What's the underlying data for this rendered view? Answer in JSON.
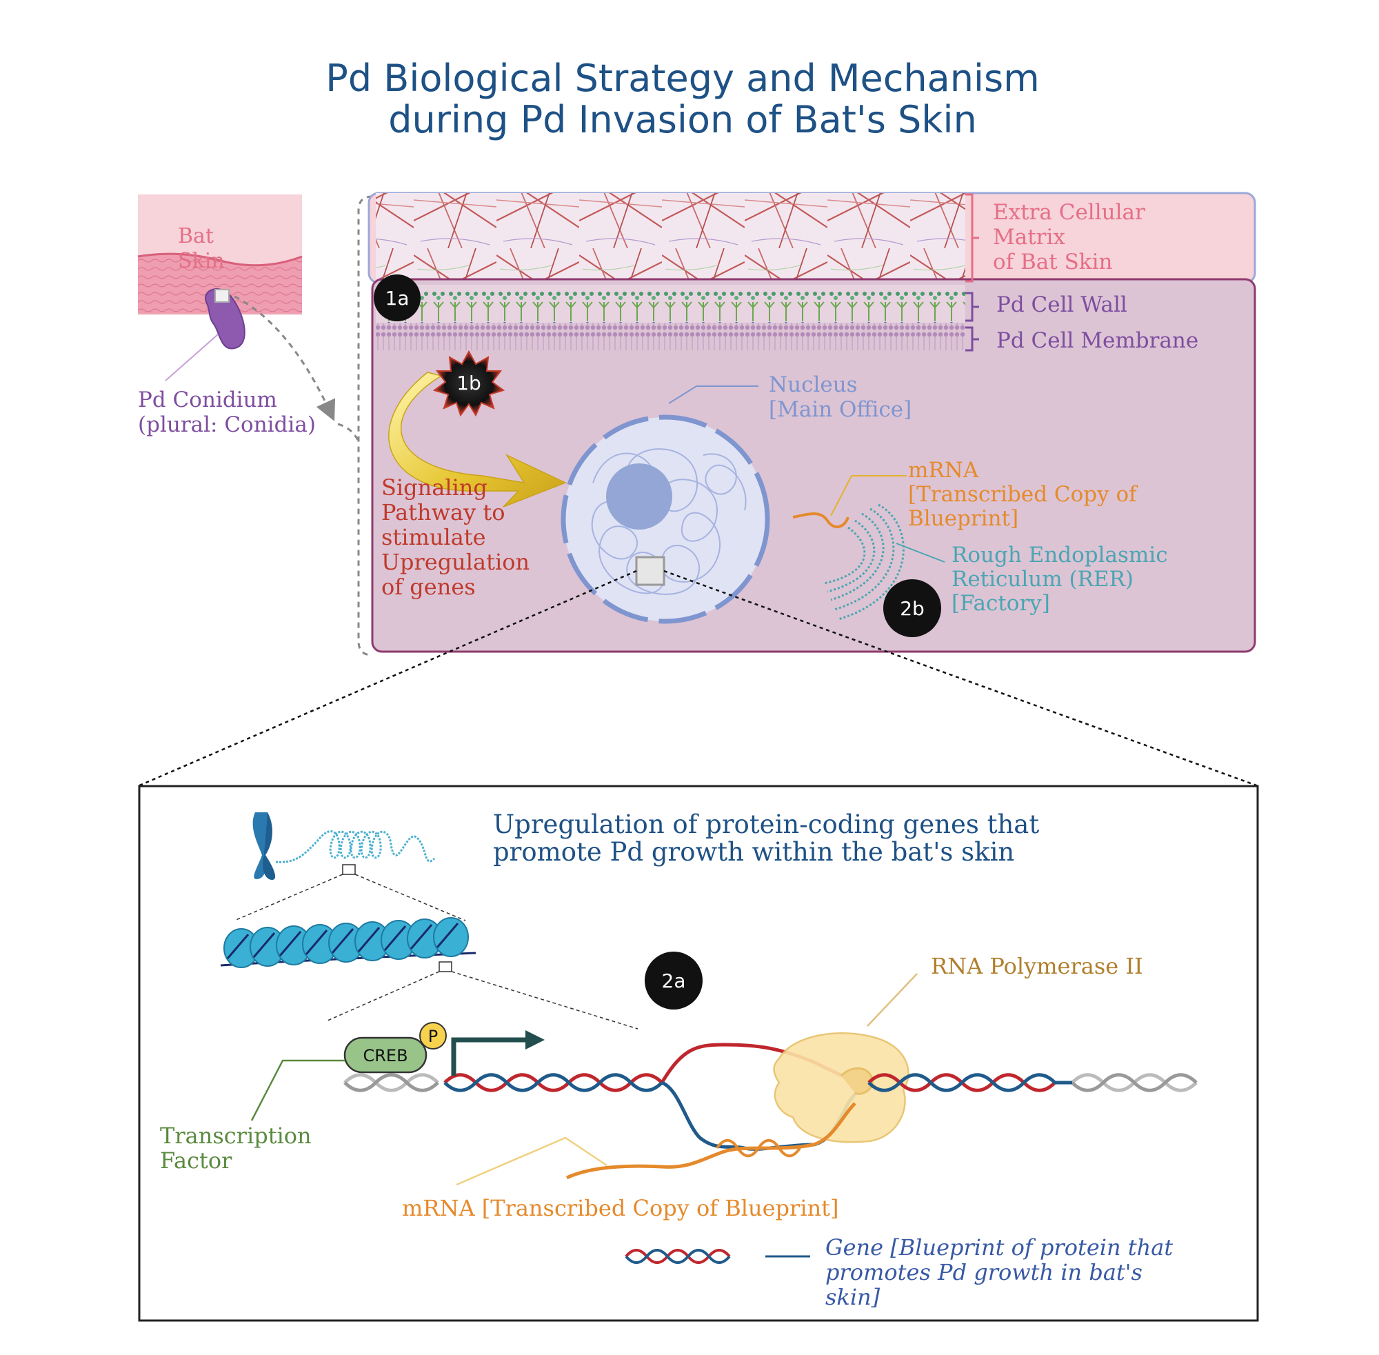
{
  "title": {
    "line1": "Pd Biological Strategy and Mechanism",
    "line2": "during Pd Invasion of Bat's Skin"
  },
  "left_panel": {
    "skin_label_line1": "Bat",
    "skin_label_line2": "Skin",
    "conidium_line1": "Pd Conidium",
    "conidium_line2": "(plural: Conidia)"
  },
  "cell_panel": {
    "ecm_line1": "Extra Cellular",
    "ecm_line2": "Matrix",
    "ecm_line3": "of Bat Skin",
    "cell_wall": "Pd Cell Wall",
    "cell_membrane": "Pd Cell Membrane",
    "nucleus_line1": "Nucleus",
    "nucleus_line2": "[Main Office]",
    "mrna_line1": "mRNA",
    "mrna_line2": "[Transcribed Copy of",
    "mrna_line3": "Blueprint]",
    "rer_line1": "Rough Endoplasmic",
    "rer_line2": "Reticulum (RER)",
    "rer_line3": "[Factory]",
    "signal_line1": "Signaling",
    "signal_line2": "Pathway to",
    "signal_line3": "stimulate",
    "signal_line4": "Upregulation",
    "signal_line5": "of genes"
  },
  "markers": {
    "m1a": "1a",
    "m1b": "1b",
    "m2a": "2a",
    "m2b": "2b"
  },
  "bottom_panel": {
    "heading_line1": "Upregulation of protein-coding genes that",
    "heading_line2": "promote Pd growth within the bat's skin",
    "rna_pol": "RNA Polymerase II",
    "creb": "CREB",
    "phospho": "P",
    "tf_line1": "Transcription",
    "tf_line2": "Factor",
    "mrna": "mRNA [Transcribed Copy of Blueprint]",
    "gene_line1": "Gene [Blueprint of protein that",
    "gene_line2": "promotes Pd growth in bat's",
    "gene_line3": "skin]"
  },
  "colors": {
    "title": "#1e5185",
    "skin_pink": "#e46f86",
    "conidium_purple": "#7e4ea0",
    "cell_fill": "#dcc4d4",
    "cell_border": "#8e3a6e",
    "nucleus": "#7f95cf",
    "mrna_orange": "#e58a2c",
    "rer_teal": "#4aa5b3",
    "signal_red": "#c0392b",
    "tf_green": "#5a8a3e",
    "pol_gold": "#b07f2c",
    "gene_blue": "#3859a5",
    "dna_red": "#c0262d",
    "dna_blue": "#1f5a8a"
  }
}
